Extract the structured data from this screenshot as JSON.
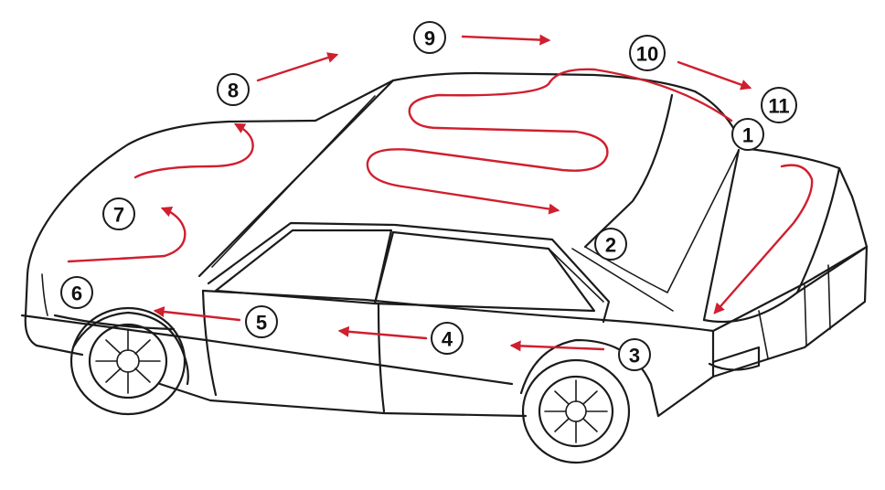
{
  "colors": {
    "route": "#d01f2e",
    "outline": "#1b1b1b",
    "background": "#ffffff"
  },
  "markers": [
    {
      "id": "1",
      "label": "1"
    },
    {
      "id": "2",
      "label": "2"
    },
    {
      "id": "3",
      "label": "3"
    },
    {
      "id": "4",
      "label": "4"
    },
    {
      "id": "5",
      "label": "5"
    },
    {
      "id": "6",
      "label": "6"
    },
    {
      "id": "7",
      "label": "7"
    },
    {
      "id": "8",
      "label": "8"
    },
    {
      "id": "9",
      "label": "9"
    },
    {
      "id": "10",
      "label": "10"
    },
    {
      "id": "11",
      "label": "11"
    }
  ]
}
